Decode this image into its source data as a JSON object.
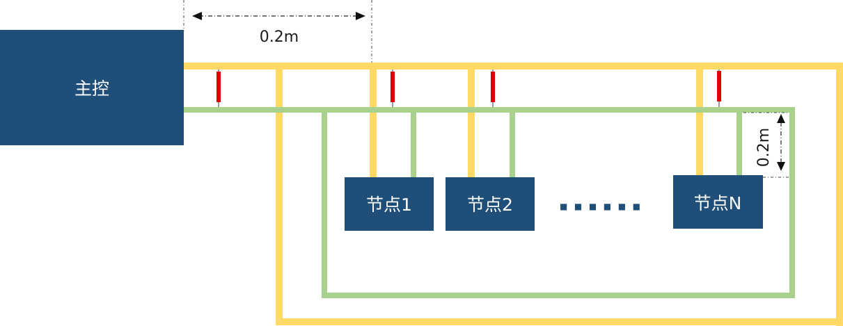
{
  "colors": {
    "box_fill": "#1f4e79",
    "yellow_bus": "#ffd966",
    "green_bus": "#a9d18e",
    "resistor": "#e00000",
    "dim_line": "#444444"
  },
  "master": {
    "label": "主控"
  },
  "nodes": [
    {
      "label": "节点1"
    },
    {
      "label": "节点2"
    },
    {
      "label": "节点N"
    }
  ],
  "ellipsis": "■■■■■■",
  "dimensions": {
    "horizontal": "0.2m",
    "vertical": "0.2m"
  }
}
